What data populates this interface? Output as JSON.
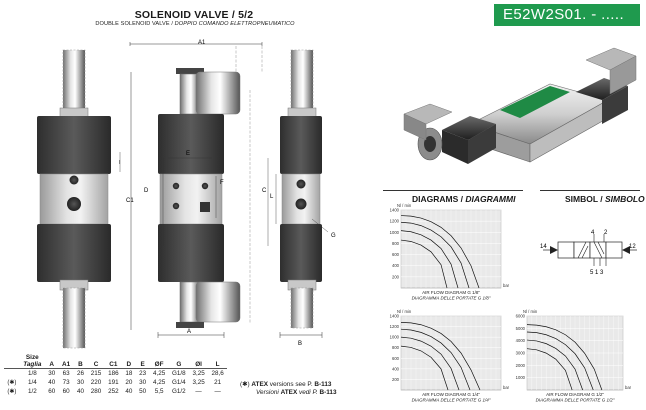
{
  "header": {
    "title": "SOLENOID VALVE  /  5/2",
    "subtitle_en": "DOUBLE SOLENOID VALVE / ",
    "subtitle_it": "DOPPIO COMANDO ELETTROPNEUMATICO",
    "code": "E52W2S01. - ....."
  },
  "dim_labels": {
    "a1": "A1",
    "c1": "C1",
    "d": "D",
    "e": "E",
    "f": "F",
    "a": "A",
    "c": "C",
    "l": "L",
    "g": "G",
    "i": "I",
    "b": "B",
    "b2": "B"
  },
  "sections": {
    "diagrams_en": "DIAGRAMS / ",
    "diagrams_it": "DIAGRAMMI",
    "symbol_en": "SIMBOL / ",
    "symbol_it": "SIMBOLO"
  },
  "symbol_ports": {
    "p4": "4",
    "p2": "2",
    "p14": "14",
    "p12": "12",
    "bottom": "5 1 3"
  },
  "table": {
    "size_label": "Size",
    "size_label_it": "Taglia",
    "columns": [
      "A",
      "A1",
      "B",
      "C",
      "C1",
      "D",
      "E",
      "ØF",
      "G",
      "ØI",
      "L"
    ],
    "rows": [
      {
        "mark": "",
        "size": "1/8",
        "cells": [
          "30",
          "63",
          "26",
          "215",
          "186",
          "18",
          "23",
          "4,25",
          "G1/8",
          "3,25",
          "28,6"
        ]
      },
      {
        "mark": "(✱)",
        "size": "1/4",
        "cells": [
          "40",
          "73",
          "30",
          "220",
          "191",
          "20",
          "30",
          "4,25",
          "G1/4",
          "3,25",
          "21"
        ]
      },
      {
        "mark": "(✱)",
        "size": "1/2",
        "cells": [
          "60",
          "60",
          "40",
          "280",
          "252",
          "40",
          "50",
          "5,5",
          "G1/2",
          "—",
          "—"
        ]
      }
    ]
  },
  "atex": {
    "mark": "(✱)",
    "line1_b": "ATEX",
    "line1": " versions see P. ",
    "line1_ref": "B-113",
    "line2": "Versioni ",
    "line2_b": "ATEX",
    "line2_mid": " vedi P. ",
    "line2_ref": "B-113"
  },
  "chart_data": [
    {
      "type": "line",
      "caption_en": "AIR FLOW DIAGRAM G 1/8\"",
      "caption_it": "DIAGRAMMA DELLE PORTATE G 1/8\"",
      "ylabel": "Nl / min",
      "xlabel": "bar",
      "yticks": [
        200,
        400,
        600,
        800,
        1000,
        1200,
        1400
      ],
      "ylim": [
        0,
        1400
      ],
      "xlim": [
        0,
        10
      ],
      "series": [
        {
          "x": [
            0,
            1,
            2,
            3,
            4,
            5,
            6,
            7,
            7.8
          ],
          "y": [
            1300,
            1290,
            1255,
            1190,
            1090,
            940,
            720,
            400,
            0
          ]
        },
        {
          "x": [
            0,
            1,
            2,
            3,
            4,
            5,
            6,
            6.8
          ],
          "y": [
            1180,
            1165,
            1120,
            1040,
            920,
            740,
            450,
            0
          ]
        },
        {
          "x": [
            0,
            1,
            2,
            3,
            4,
            5,
            5.7
          ],
          "y": [
            1030,
            1010,
            955,
            860,
            710,
            430,
            0
          ]
        },
        {
          "x": [
            0,
            1,
            2,
            3,
            4,
            4.6
          ],
          "y": [
            860,
            835,
            770,
            650,
            420,
            0
          ]
        }
      ]
    },
    {
      "type": "line",
      "caption_en": "AIR FLOW DIAGRAM G 1/4\"",
      "caption_it": "DIAGRAMMA DELLE PORTATE G 1/4\"",
      "ylabel": "Nl / min",
      "xlabel": "bar",
      "yticks": [
        200,
        400,
        600,
        800,
        1000,
        1200,
        1400
      ],
      "ylim": [
        0,
        1400
      ],
      "xlim": [
        0,
        10
      ],
      "series": [
        {
          "x": [
            0,
            1,
            2,
            3,
            4,
            5,
            6,
            7,
            7.9
          ],
          "y": [
            1280,
            1270,
            1235,
            1170,
            1070,
            920,
            700,
            380,
            0
          ]
        },
        {
          "x": [
            0,
            1,
            2,
            3,
            4,
            5,
            6,
            6.9
          ],
          "y": [
            1150,
            1135,
            1090,
            1010,
            890,
            710,
            430,
            0
          ]
        },
        {
          "x": [
            0,
            1,
            2,
            3,
            4,
            5,
            5.8
          ],
          "y": [
            1000,
            980,
            925,
            830,
            680,
            410,
            0
          ]
        },
        {
          "x": [
            0,
            1,
            2,
            3,
            4,
            4.7
          ],
          "y": [
            830,
            805,
            740,
            620,
            400,
            0
          ]
        }
      ]
    },
    {
      "type": "line",
      "caption_en": "AIR FLOW DIAGRAM G 1/2\"",
      "caption_it": "DIAGRAMMA DELLE PORTATE G 1/2\"",
      "ylabel": "Nl / min",
      "xlabel": "bar",
      "yticks": [
        1000,
        2000,
        3000,
        4000,
        5000,
        6000
      ],
      "ylim": [
        0,
        6000
      ],
      "xlim": [
        0,
        10
      ],
      "series": [
        {
          "x": [
            0,
            1,
            2,
            3,
            4,
            5,
            6,
            7,
            7.8
          ],
          "y": [
            5300,
            5260,
            5130,
            4880,
            4480,
            3880,
            2980,
            1700,
            0
          ]
        },
        {
          "x": [
            0,
            1,
            2,
            3,
            4,
            5,
            6,
            6.9
          ],
          "y": [
            4700,
            4650,
            4480,
            4170,
            3680,
            2950,
            1800,
            0
          ]
        },
        {
          "x": [
            0,
            1,
            2,
            3,
            4,
            5,
            5.8
          ],
          "y": [
            4050,
            3980,
            3760,
            3370,
            2760,
            1700,
            0
          ]
        },
        {
          "x": [
            0,
            1,
            2,
            3,
            4,
            4.7
          ],
          "y": [
            3350,
            3260,
            2990,
            2500,
            1600,
            0
          ]
        }
      ]
    }
  ]
}
